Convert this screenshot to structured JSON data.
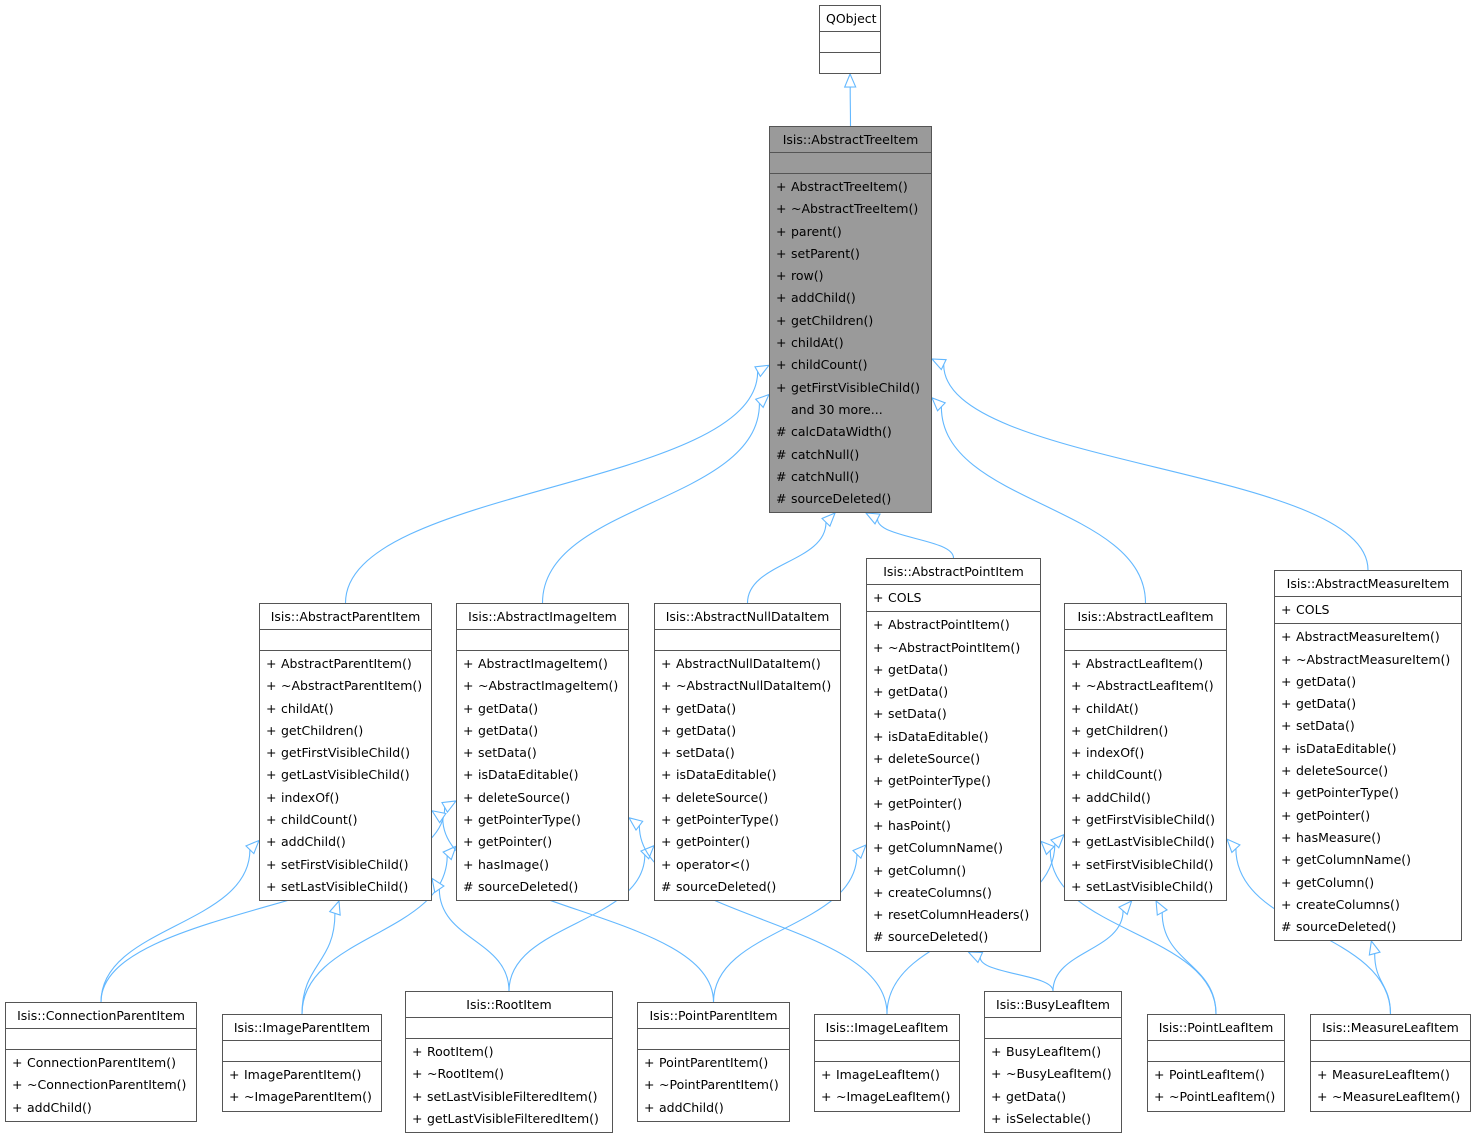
{
  "colors": {
    "edge": "#63b8ff",
    "box_border": "#555555",
    "highlight": "#9a9a9a"
  },
  "classes": [
    {
      "id": "qobject",
      "title": "QObject",
      "attrs": [],
      "methods": []
    },
    {
      "id": "tree",
      "title": "Isis::AbstractTreeItem",
      "highlight": true,
      "attrs": [],
      "methods": [
        {
          "v": "+",
          "n": "AbstractTreeItem()"
        },
        {
          "v": "+",
          "n": "~AbstractTreeItem()"
        },
        {
          "v": "+",
          "n": "parent()"
        },
        {
          "v": "+",
          "n": "setParent()"
        },
        {
          "v": "+",
          "n": "row()"
        },
        {
          "v": "+",
          "n": "addChild()"
        },
        {
          "v": "+",
          "n": "getChildren()"
        },
        {
          "v": "+",
          "n": "childAt()"
        },
        {
          "v": "+",
          "n": "childCount()"
        },
        {
          "v": "+",
          "n": "getFirstVisibleChild()"
        },
        {
          "v": "",
          "n": "and 30 more..."
        },
        {
          "v": "#",
          "n": "calcDataWidth()"
        },
        {
          "v": "#",
          "n": "catchNull()"
        },
        {
          "v": "#",
          "n": "catchNull()"
        },
        {
          "v": "#",
          "n": "sourceDeleted()"
        }
      ]
    },
    {
      "id": "parent",
      "title": "Isis::AbstractParentItem",
      "attrs": [],
      "methods": [
        {
          "v": "+",
          "n": "AbstractParentItem()"
        },
        {
          "v": "+",
          "n": "~AbstractParentItem()"
        },
        {
          "v": "+",
          "n": "childAt()"
        },
        {
          "v": "+",
          "n": "getChildren()"
        },
        {
          "v": "+",
          "n": "getFirstVisibleChild()"
        },
        {
          "v": "+",
          "n": "getLastVisibleChild()"
        },
        {
          "v": "+",
          "n": "indexOf()"
        },
        {
          "v": "+",
          "n": "childCount()"
        },
        {
          "v": "+",
          "n": "addChild()"
        },
        {
          "v": "+",
          "n": "setFirstVisibleChild()"
        },
        {
          "v": "+",
          "n": "setLastVisibleChild()"
        }
      ]
    },
    {
      "id": "image",
      "title": "Isis::AbstractImageItem",
      "attrs": [],
      "methods": [
        {
          "v": "+",
          "n": "AbstractImageItem()"
        },
        {
          "v": "+",
          "n": "~AbstractImageItem()"
        },
        {
          "v": "+",
          "n": "getData()"
        },
        {
          "v": "+",
          "n": "getData()"
        },
        {
          "v": "+",
          "n": "setData()"
        },
        {
          "v": "+",
          "n": "isDataEditable()"
        },
        {
          "v": "+",
          "n": "deleteSource()"
        },
        {
          "v": "+",
          "n": "getPointerType()"
        },
        {
          "v": "+",
          "n": "getPointer()"
        },
        {
          "v": "+",
          "n": "hasImage()"
        },
        {
          "v": "#",
          "n": "sourceDeleted()"
        }
      ]
    },
    {
      "id": "null",
      "title": "Isis::AbstractNullDataItem",
      "attrs": [],
      "methods": [
        {
          "v": "+",
          "n": "AbstractNullDataItem()"
        },
        {
          "v": "+",
          "n": "~AbstractNullDataItem()"
        },
        {
          "v": "+",
          "n": "getData()"
        },
        {
          "v": "+",
          "n": "getData()"
        },
        {
          "v": "+",
          "n": "setData()"
        },
        {
          "v": "+",
          "n": "isDataEditable()"
        },
        {
          "v": "+",
          "n": "deleteSource()"
        },
        {
          "v": "+",
          "n": "getPointerType()"
        },
        {
          "v": "+",
          "n": "getPointer()"
        },
        {
          "v": "+",
          "n": "operator<()"
        },
        {
          "v": "#",
          "n": "sourceDeleted()"
        }
      ]
    },
    {
      "id": "point",
      "title": "Isis::AbstractPointItem",
      "attrs": [
        {
          "v": "+",
          "n": "COLS"
        }
      ],
      "methods": [
        {
          "v": "+",
          "n": "AbstractPointItem()"
        },
        {
          "v": "+",
          "n": "~AbstractPointItem()"
        },
        {
          "v": "+",
          "n": "getData()"
        },
        {
          "v": "+",
          "n": "getData()"
        },
        {
          "v": "+",
          "n": "setData()"
        },
        {
          "v": "+",
          "n": "isDataEditable()"
        },
        {
          "v": "+",
          "n": "deleteSource()"
        },
        {
          "v": "+",
          "n": "getPointerType()"
        },
        {
          "v": "+",
          "n": "getPointer()"
        },
        {
          "v": "+",
          "n": "hasPoint()"
        },
        {
          "v": "+",
          "n": "getColumnName()"
        },
        {
          "v": "+",
          "n": "getColumn()"
        },
        {
          "v": "+",
          "n": "createColumns()"
        },
        {
          "v": "+",
          "n": "resetColumnHeaders()"
        },
        {
          "v": "#",
          "n": "sourceDeleted()"
        }
      ]
    },
    {
      "id": "leaf",
      "title": "Isis::AbstractLeafItem",
      "attrs": [],
      "methods": [
        {
          "v": "+",
          "n": "AbstractLeafItem()"
        },
        {
          "v": "+",
          "n": "~AbstractLeafItem()"
        },
        {
          "v": "+",
          "n": "childAt()"
        },
        {
          "v": "+",
          "n": "getChildren()"
        },
        {
          "v": "+",
          "n": "indexOf()"
        },
        {
          "v": "+",
          "n": "childCount()"
        },
        {
          "v": "+",
          "n": "addChild()"
        },
        {
          "v": "+",
          "n": "getFirstVisibleChild()"
        },
        {
          "v": "+",
          "n": "getLastVisibleChild()"
        },
        {
          "v": "+",
          "n": "setFirstVisibleChild()"
        },
        {
          "v": "+",
          "n": "setLastVisibleChild()"
        }
      ]
    },
    {
      "id": "measure",
      "title": "Isis::AbstractMeasureItem",
      "attrs": [
        {
          "v": "+",
          "n": "COLS"
        }
      ],
      "methods": [
        {
          "v": "+",
          "n": "AbstractMeasureItem()"
        },
        {
          "v": "+",
          "n": "~AbstractMeasureItem()"
        },
        {
          "v": "+",
          "n": "getData()"
        },
        {
          "v": "+",
          "n": "getData()"
        },
        {
          "v": "+",
          "n": "setData()"
        },
        {
          "v": "+",
          "n": "isDataEditable()"
        },
        {
          "v": "+",
          "n": "deleteSource()"
        },
        {
          "v": "+",
          "n": "getPointerType()"
        },
        {
          "v": "+",
          "n": "getPointer()"
        },
        {
          "v": "+",
          "n": "hasMeasure()"
        },
        {
          "v": "+",
          "n": "getColumnName()"
        },
        {
          "v": "+",
          "n": "getColumn()"
        },
        {
          "v": "+",
          "n": "createColumns()"
        },
        {
          "v": "#",
          "n": "sourceDeleted()"
        }
      ]
    },
    {
      "id": "connparent",
      "title": "Isis::ConnectionParentItem",
      "attrs": [],
      "methods": [
        {
          "v": "+",
          "n": "ConnectionParentItem()"
        },
        {
          "v": "+",
          "n": "~ConnectionParentItem()"
        },
        {
          "v": "+",
          "n": "addChild()"
        }
      ]
    },
    {
      "id": "imgparent",
      "title": "Isis::ImageParentItem",
      "attrs": [],
      "methods": [
        {
          "v": "+",
          "n": "ImageParentItem()"
        },
        {
          "v": "+",
          "n": "~ImageParentItem()"
        }
      ]
    },
    {
      "id": "root",
      "title": "Isis::RootItem",
      "attrs": [],
      "methods": [
        {
          "v": "+",
          "n": "RootItem()"
        },
        {
          "v": "+",
          "n": "~RootItem()"
        },
        {
          "v": "+",
          "n": "setLastVisibleFilteredItem()"
        },
        {
          "v": "+",
          "n": "getLastVisibleFilteredItem()"
        }
      ]
    },
    {
      "id": "ptparent",
      "title": "Isis::PointParentItem",
      "attrs": [],
      "methods": [
        {
          "v": "+",
          "n": "PointParentItem()"
        },
        {
          "v": "+",
          "n": "~PointParentItem()"
        },
        {
          "v": "+",
          "n": "addChild()"
        }
      ]
    },
    {
      "id": "imgleaf",
      "title": "Isis::ImageLeafItem",
      "attrs": [],
      "methods": [
        {
          "v": "+",
          "n": "ImageLeafItem()"
        },
        {
          "v": "+",
          "n": "~ImageLeafItem()"
        }
      ]
    },
    {
      "id": "busyleaf",
      "title": "Isis::BusyLeafItem",
      "attrs": [],
      "methods": [
        {
          "v": "+",
          "n": "BusyLeafItem()"
        },
        {
          "v": "+",
          "n": "~BusyLeafItem()"
        },
        {
          "v": "+",
          "n": "getData()"
        },
        {
          "v": "+",
          "n": "isSelectable()"
        }
      ]
    },
    {
      "id": "ptleaf",
      "title": "Isis::PointLeafItem",
      "attrs": [],
      "methods": [
        {
          "v": "+",
          "n": "PointLeafItem()"
        },
        {
          "v": "+",
          "n": "~PointLeafItem()"
        }
      ]
    },
    {
      "id": "msleaf",
      "title": "Isis::MeasureLeafItem",
      "attrs": [],
      "methods": [
        {
          "v": "+",
          "n": "MeasureLeafItem()"
        },
        {
          "v": "+",
          "n": "~MeasureLeafItem()"
        }
      ]
    }
  ],
  "inheritance": [
    {
      "from": "tree",
      "to": "qobject"
    },
    {
      "from": "parent",
      "to": "tree"
    },
    {
      "from": "image",
      "to": "tree"
    },
    {
      "from": "null",
      "to": "tree"
    },
    {
      "from": "point",
      "to": "tree"
    },
    {
      "from": "leaf",
      "to": "tree"
    },
    {
      "from": "measure",
      "to": "tree"
    },
    {
      "from": "connparent",
      "to": "parent"
    },
    {
      "from": "connparent",
      "to": "image"
    },
    {
      "from": "imgparent",
      "to": "parent"
    },
    {
      "from": "imgparent",
      "to": "image"
    },
    {
      "from": "root",
      "to": "parent"
    },
    {
      "from": "root",
      "to": "null"
    },
    {
      "from": "ptparent",
      "to": "parent"
    },
    {
      "from": "ptparent",
      "to": "point"
    },
    {
      "from": "imgleaf",
      "to": "image"
    },
    {
      "from": "imgleaf",
      "to": "leaf"
    },
    {
      "from": "busyleaf",
      "to": "point"
    },
    {
      "from": "busyleaf",
      "to": "leaf"
    },
    {
      "from": "ptleaf",
      "to": "point"
    },
    {
      "from": "ptleaf",
      "to": "leaf"
    },
    {
      "from": "msleaf",
      "to": "leaf"
    },
    {
      "from": "msleaf",
      "to": "measure"
    }
  ]
}
